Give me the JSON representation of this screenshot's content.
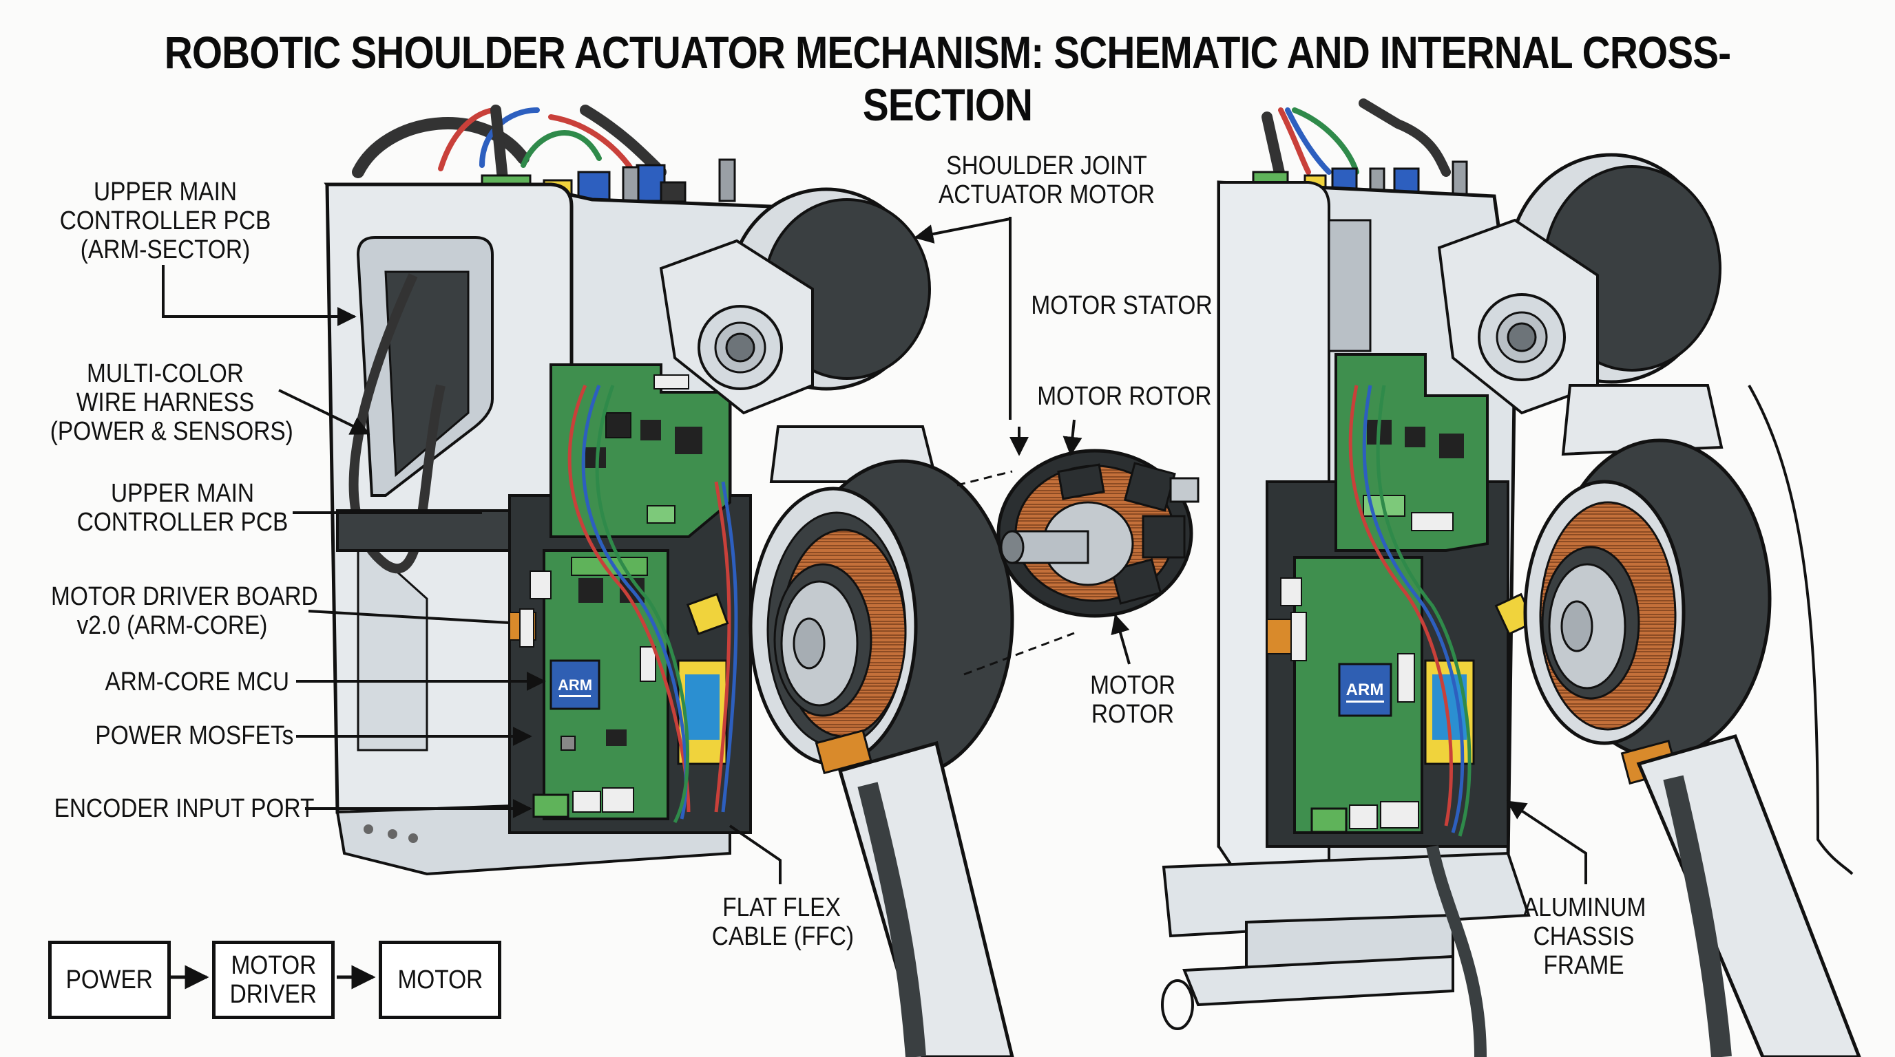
{
  "title": "ROBOTIC SHOULDER ACTUATOR MECHANISM: SCHEMATIC AND INTERNAL CROSS-SECTION",
  "left_labels": [
    {
      "id": "upper-main-controller-pcb-arm-sector",
      "lines": [
        "UPPER MAIN",
        "CONTROLLER PCB",
        "(ARM-SECTOR)"
      ]
    },
    {
      "id": "multi-color-wire-harness",
      "lines": [
        "MULTI-COLOR",
        "WIRE HARNESS",
        "(POWER & SENSORS)"
      ]
    },
    {
      "id": "upper-main-controller-pcb",
      "lines": [
        "UPPER MAIN",
        "CONTROLLER PCB"
      ]
    },
    {
      "id": "motor-driver-board",
      "lines": [
        "MOTOR DRIVER BOARD",
        "v2.0 (ARM-CORE)"
      ]
    },
    {
      "id": "arm-core-mcu",
      "lines": [
        "ARM-CORE MCU"
      ]
    },
    {
      "id": "power-mosfets",
      "lines": [
        "POWER MOSFETs"
      ]
    },
    {
      "id": "encoder-input-port",
      "lines": [
        "ENCODER INPUT PORT"
      ]
    }
  ],
  "center_labels": [
    {
      "id": "shoulder-joint-actuator-motor",
      "lines": [
        "SHOULDER JOINT",
        "ACTUATOR MOTOR"
      ]
    },
    {
      "id": "motor-stator",
      "lines": [
        "MOTOR STATOR"
      ]
    },
    {
      "id": "motor-rotor-top",
      "lines": [
        "MOTOR ROTOR"
      ]
    },
    {
      "id": "motor-rotor-bottom",
      "lines": [
        "MOTOR",
        "ROTOR"
      ]
    },
    {
      "id": "flat-flex-cable",
      "lines": [
        "FLAT FLEX",
        "CABLE (FFC)"
      ]
    },
    {
      "id": "aluminum-chassis-frame",
      "lines": [
        "ALUMINUM",
        "CHASSIS",
        "FRAME"
      ]
    }
  ],
  "chip_marking": "ARM",
  "block_diagram": {
    "blocks": [
      {
        "id": "power",
        "lines": [
          "POWER"
        ]
      },
      {
        "id": "motor-driver",
        "lines": [
          "MOTOR",
          "DRIVER"
        ]
      },
      {
        "id": "motor",
        "lines": [
          "MOTOR"
        ]
      }
    ],
    "flow": [
      "power",
      "motor-driver",
      "motor"
    ]
  },
  "colors": {
    "background": "#fbfbfa",
    "chassis": "#dfe4e8",
    "chassis_shade": "#c7ced4",
    "outline": "#111111",
    "pcb_green": "#3f8f4e",
    "pcb_dark": "#2e6e3c",
    "motor_dark": "#3a3f41",
    "copper": "#c4703a",
    "chip_blue": "#2f5fb3",
    "wire_red": "#c9403a",
    "wire_blue": "#2d5fbf",
    "wire_green": "#2f8a4a",
    "connector_yellow": "#f0d33c",
    "ffc_orange": "#d98a2b"
  }
}
